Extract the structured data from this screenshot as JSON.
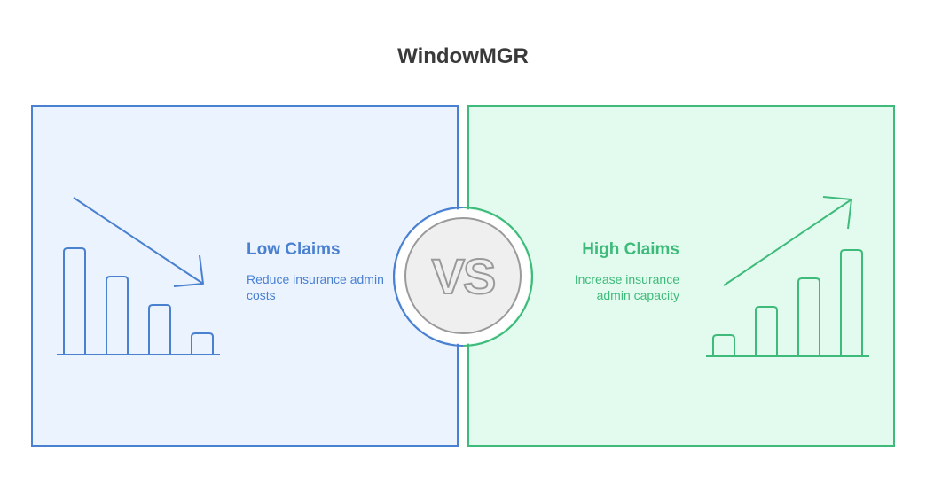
{
  "title": "WindowMGR",
  "colors": {
    "left": "#4a80d0",
    "left_bg": "#ebf3ff",
    "right": "#3ebb7a",
    "right_bg": "#e2fbee",
    "vs_bg": "#efefef",
    "vs_stroke": "#9a9a9a"
  },
  "left": {
    "title": "Low Claims",
    "description": "Reduce insurance admin costs",
    "icon": "bar-chart-decreasing-icon"
  },
  "right": {
    "title": "High Claims",
    "description": "Increase insurance admin capacity",
    "icon": "bar-chart-increasing-icon"
  },
  "vs": "VS"
}
